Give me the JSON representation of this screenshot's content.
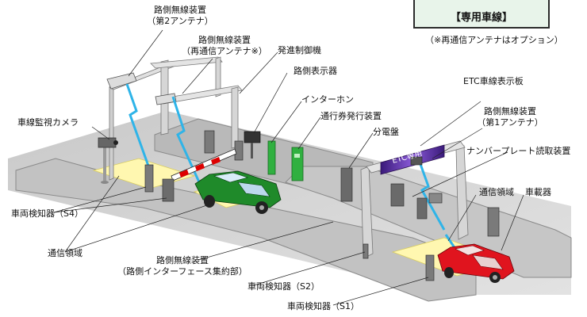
{
  "header": {
    "lane_type": "【専用車線】",
    "option_note": "（※再通信アンテナはオプション）"
  },
  "labels": {
    "antenna2_l1": "路側無線装置",
    "antenna2_l2": "（第2アンテナ）",
    "reantenna_l1": "路側無線装置",
    "reantenna_l2": "（再通信アンテナ※）",
    "start_controller": "発進制御機",
    "roadside_display": "路側表示器",
    "intercom": "インターホン",
    "ticket_issuer": "通行券発行装置",
    "etc_board": "ETC車線表示板",
    "antenna1_l1": "路側無線装置",
    "antenna1_l2": "（第1アンテナ）",
    "camera": "車線監視カメラ",
    "distribution_board": "分電盤",
    "plate_reader": "ナンバープレート読取装置",
    "comm_area_right": "通信領域",
    "onboard_unit": "車載器",
    "detector_s4": "車両検知器（S4）",
    "comm_area_left": "通信領域",
    "interface_l1": "路側無線装置",
    "interface_l2": "（路側インターフェース集約部）",
    "detector_s2": "車両検知器（S2）",
    "detector_s1": "車両検知器（S1）",
    "board_sign": "ETC専用"
  },
  "colors": {
    "road": "#d9d9d9",
    "island": "#bcbcbc",
    "comm_area": "#fff7b0",
    "green_car": "#1f8a2a",
    "red_car": "#e0141e",
    "beam": "#2fb4e8",
    "gantry": "#d4d4d4",
    "board_purple": "#5a2a9a"
  }
}
